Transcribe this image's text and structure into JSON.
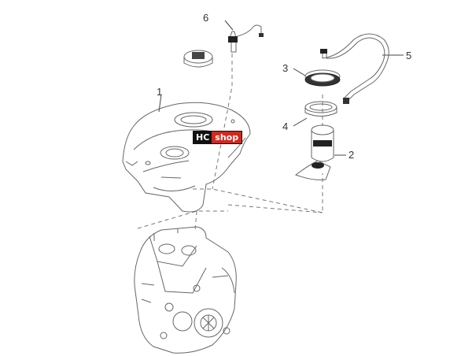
{
  "callouts": [
    {
      "id": "1",
      "label": "1"
    },
    {
      "id": "2",
      "label": "2"
    },
    {
      "id": "3",
      "label": "3"
    },
    {
      "id": "4",
      "label": "4"
    },
    {
      "id": "5",
      "label": "5"
    },
    {
      "id": "6",
      "label": "6"
    }
  ],
  "watermark": {
    "left": "HC",
    "right": "shop"
  },
  "colors": {
    "line": "#555555",
    "leader": "#444444",
    "brand_dark": "#111111",
    "brand_red": "#d8261d"
  }
}
